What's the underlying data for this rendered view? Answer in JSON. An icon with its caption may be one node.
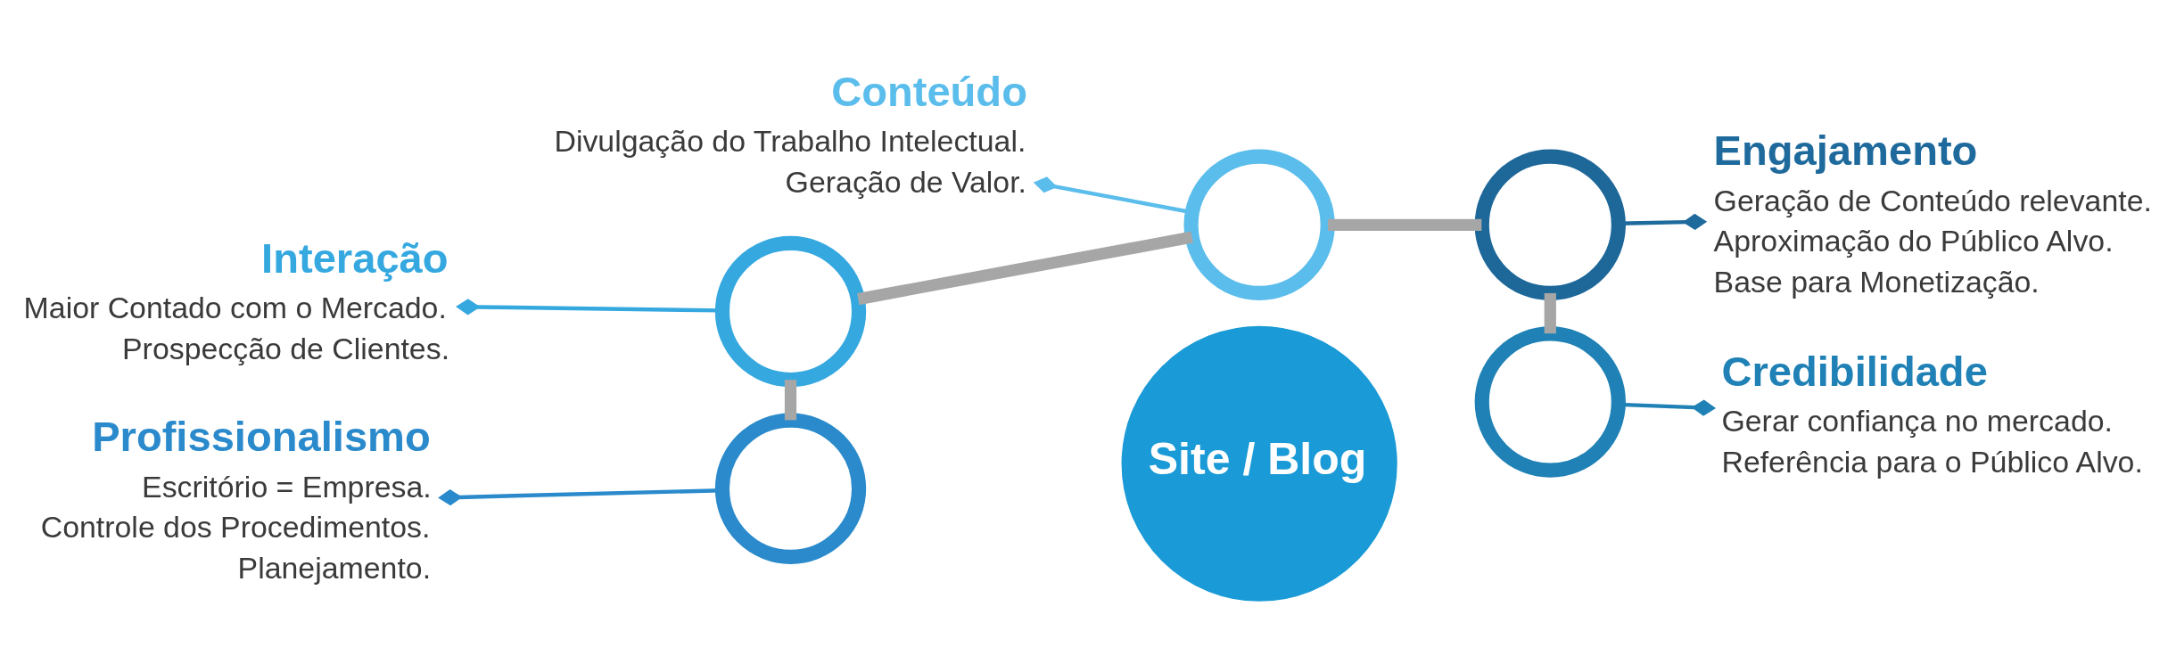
{
  "diagram": {
    "nodes": [
      {
        "text": [
          "Conteúdo",
          "Divulgação do Trabalho Intelectual.",
          "Geração de Valor."
        ]
      },
      {
        "text": [],
        "shape": "circle"
      },
      {
        "text": [
          "Engajamento",
          "Geração de Conteúdo relevante.",
          "Aproximação do Público Alvo.",
          "Base para Monetização."
        ]
      },
      {
        "text": [],
        "shape": "circle"
      },
      {
        "text": [
          "Interação",
          "Maior Contado com o Mercado.",
          "Prospecção de Clientes."
        ]
      },
      {
        "text": [],
        "shape": "circle"
      },
      {
        "text": [
          "Site / Blog"
        ]
      },
      {
        "text": [
          "Profissionalismo",
          "Escritório = Empresa.",
          "Controle dos Procedimentos.",
          "Planejamento."
        ]
      },
      {
        "text": [],
        "shape": "circle"
      },
      {
        "text": [],
        "shape": "circle"
      },
      {
        "text": [
          "Credibilidade",
          "Gerar confiança no mercado.",
          "Referência para o Público Alvo."
        ]
      }
    ],
    "edges": [
      {
        "from": 0,
        "to": 1,
        "arrow": "other",
        "color": "#5bbdeb"
      },
      {
        "from": 3,
        "to": 2,
        "arrow": "other",
        "color": "#1e6a9c"
      },
      {
        "from": 4,
        "to": 5,
        "arrow": "other",
        "color": "#35a8e0"
      },
      {
        "from": 7,
        "to": 8,
        "arrow": "other",
        "color": "#2a8acb"
      },
      {
        "from": 9,
        "to": 10,
        "arrow": "other",
        "color": "#1f81b5"
      },
      {
        "from": 5,
        "to": 8,
        "arrow": "none",
        "style": "thick",
        "color": "#a6a6a6"
      },
      {
        "from": 5,
        "to": 1,
        "arrow": "none",
        "style": "thick",
        "color": "#a6a6a6"
      },
      {
        "from": 1,
        "to": 3,
        "arrow": "none",
        "style": "thick",
        "color": "#a6a6a6"
      },
      {
        "from": 3,
        "to": 9,
        "arrow": "none",
        "style": "thick",
        "color": "#a6a6a6"
      }
    ]
  }
}
